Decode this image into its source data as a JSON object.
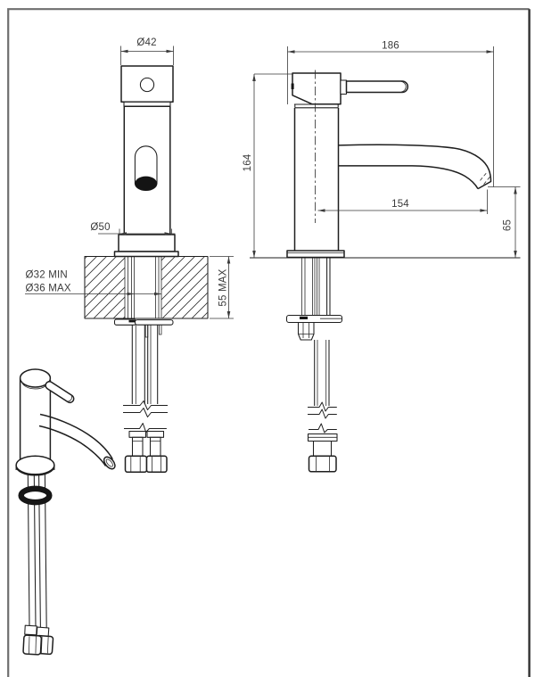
{
  "dimensions": {
    "cap_diameter": "Ø42",
    "overall_width": "186",
    "overall_height": "164",
    "base_diameter": "Ø50",
    "mounting_hole_min": "Ø32 MIN",
    "mounting_hole_max": "Ø36 MAX",
    "deck_thickness_max": "55 MAX",
    "spout_reach": "154",
    "spout_outlet_height": "65"
  },
  "colors": {
    "line": "#1e1e1e",
    "dimension_text": "#3a3a3a",
    "frame_border": "#6f6f6f",
    "background": "#ffffff"
  }
}
